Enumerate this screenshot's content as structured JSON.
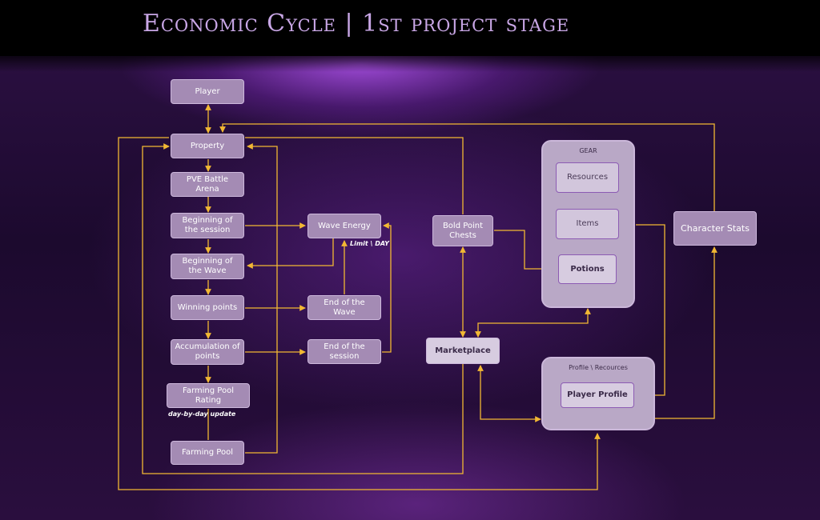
{
  "title": "Economic Cycle | 1st project stage",
  "nodes": {
    "player": "Player",
    "property": "Property",
    "pve": "PVE Battle Arena",
    "begin_session": "Beginning of the session",
    "begin_wave": "Beginning of the Wave",
    "winning_points": "Winning points",
    "accumulation": "Accumulation of points",
    "farming_rating": "Farming Pool Rating",
    "farming_pool": "Farming Pool",
    "wave_energy": "Wave Energy",
    "end_wave": "End of the Wave",
    "end_session": "End of the session",
    "bold_chests": "Bold Point Chests",
    "marketplace": "Marketplace",
    "gear": "GEAR",
    "resources": "Resources",
    "items": "Items",
    "potions": "Potions",
    "character_stats": "Character Stats",
    "profile_resources": "Profile \\ Recources",
    "player_profile": "Player Profile"
  },
  "notes": {
    "limit_day": "Limit \\ DAY",
    "day_update": "day-by-day update"
  },
  "colors": {
    "arrow": "#f2b833",
    "node_fill": "#a48bb4",
    "header_text": "#c9a7e6"
  }
}
